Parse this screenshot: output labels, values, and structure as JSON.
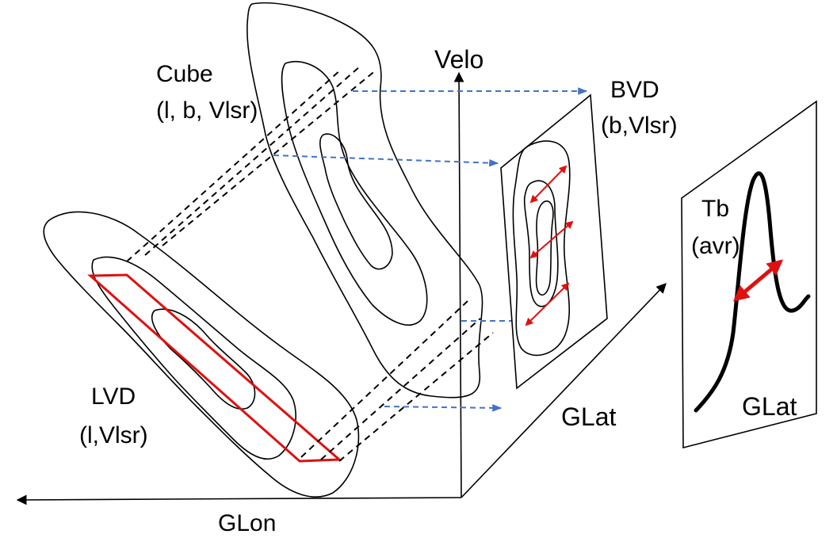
{
  "labels": {
    "velo": "Velo",
    "cube_line1": "Cube",
    "cube_line2": "(l, b, Vlsr)",
    "bvd_line1": "BVD",
    "bvd_line2": "(b,Vlsr)",
    "lvd_line1": "LVD",
    "lvd_line2": "(l,Vlsr)",
    "glon": "GLon",
    "glat_axis": "GLat",
    "tb_line1": "Tb",
    "tb_line2": "(avr)",
    "glat_profile": "GLat"
  },
  "colors": {
    "contour": "#000000",
    "projection_lines": "#000000",
    "arrows_blue": "#4472c4",
    "highlight_red": "#e01010"
  }
}
